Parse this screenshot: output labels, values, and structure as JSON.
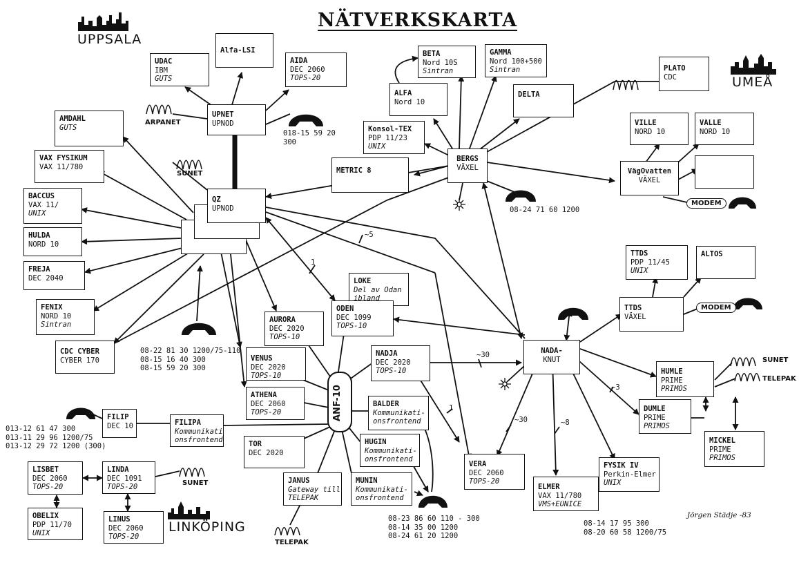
{
  "title": "NÄTVERKSKARTA",
  "cities": {
    "uppsala": "UPPSALA",
    "umea": "UMEÅ",
    "linkoping": "LINKÖPING"
  },
  "nodes": {
    "udac": [
      "UDAC",
      "IBM",
      "GUTS"
    ],
    "alfalsi": [
      "Alfa-LSI"
    ],
    "aida": [
      "AIDA",
      "DEC 2060",
      "TOPS-20"
    ],
    "upnet": [
      "UPNET",
      "UPNOD"
    ],
    "amdahl": [
      "AMDAHL",
      "GUTS"
    ],
    "vaxfysikum": [
      "VAX FYSIKUM",
      "VAX 11/780"
    ],
    "baccus": [
      "BACCUS",
      "VAX 11/",
      "UNIX"
    ],
    "hulda": [
      "HULDA",
      "NORD 10"
    ],
    "freja": [
      "FREJA",
      "DEC 2040"
    ],
    "fenix": [
      "FENIX",
      "NORD 10",
      "Sintran"
    ],
    "cdccyber": [
      "CDC CYBER",
      "CYBER 170"
    ],
    "qz": [
      "QZ",
      "UPNOD"
    ],
    "beta": [
      "BETA",
      "Nord 10S",
      "Sintran"
    ],
    "gamma": [
      "GAMMA",
      "Nord 100+500",
      "Sintran"
    ],
    "alfa": [
      "ALFA",
      "Nord 10"
    ],
    "delta": [
      "DELTA"
    ],
    "konsol": [
      "Konsol-TEX",
      "PDP 11/23",
      "UNIX"
    ],
    "metric": [
      "METRIC 8"
    ],
    "bergs": [
      "BERGS",
      "VÄXEL"
    ],
    "plato": [
      "PLATO",
      "CDC"
    ],
    "ville": [
      "VILLE",
      "NORD 10"
    ],
    "valle": [
      "VALLE",
      "NORD 10"
    ],
    "vagovatten": [
      "VägOvatten",
      "VÄXEL"
    ],
    "empty": [
      ""
    ],
    "ttdspdp": [
      "TTDS",
      "PDP 11/45",
      "UNIX"
    ],
    "altos": [
      "ALTOS"
    ],
    "ttdsvaxel": [
      "TTDS",
      "VÄXEL"
    ],
    "loke": [
      "LOKE",
      "Del av Odan",
      "ibland"
    ],
    "oden": [
      "ODEN",
      "DEC 1099",
      "TOPS-10"
    ],
    "aurora": [
      "AURORA",
      "DEC 2020",
      "TOPS-10"
    ],
    "venus": [
      "VENUS",
      "DEC 2020",
      "TOPS-10"
    ],
    "athena": [
      "ATHENA",
      "DEC 2060",
      "TOPS-20"
    ],
    "nadja": [
      "NADJA",
      "DEC 2020",
      "TOPS-10"
    ],
    "nadaknut": [
      "NADA-",
      "KNUT"
    ],
    "balder": [
      "BALDER",
      "Kommunikati-",
      "onsfrontend"
    ],
    "hugin": [
      "HUGIN",
      "Kommunikati-",
      "onsfrontend"
    ],
    "munin": [
      "MUNIN",
      "Kommunikati-",
      "onsfrontend"
    ],
    "tor": [
      "TOR",
      "DEC 2020"
    ],
    "janus": [
      "JANUS",
      "Gateway till",
      "TELEPAK"
    ],
    "vera": [
      "VERA",
      "DEC 2060",
      "TOPS-20"
    ],
    "elmer": [
      "ELMER",
      "VAX 11/780",
      "VMS+EUNICE"
    ],
    "fysik": [
      "FYSIK IV",
      "Perkin-Elmer",
      "UNIX"
    ],
    "humle": [
      "HUMLE",
      "PRIME",
      "PRIMOS"
    ],
    "dumle": [
      "DUMLE",
      "PRIME",
      "PRIMOS"
    ],
    "mickel": [
      "MICKEL",
      "PRIME",
      "PRIMOS"
    ],
    "filip": [
      "FILIP",
      "DEC 10"
    ],
    "filipa": [
      "FILIPA",
      "Kommunikati-",
      "onsfrontend"
    ],
    "lisbet": [
      "LISBET",
      "DEC 2060",
      "TOPS-20"
    ],
    "linda": [
      "LINDA",
      "DEC 1091",
      "TOPS-20"
    ],
    "obelix": [
      "OBELIX",
      "PDP 11/70",
      "UNIX"
    ],
    "linus": [
      "LINUS",
      "DEC 2060",
      "TOPS-20"
    ]
  },
  "anf": "ANF-10",
  "labels": {
    "arpanet": "ARPANET",
    "sunet1": "SUNET",
    "sunet2": "SUNET",
    "sunet3": "SUNET",
    "telepak1": "TELEPAK",
    "telepak2": "TELEPAK",
    "modem1": "MODEM",
    "modem2": "MODEM",
    "ph_upnet": [
      "018-15 59 20",
      "300"
    ],
    "ph_bergs": "08-24 71 60  1200",
    "ph_qz": [
      "08-22 81 30  1200/75-110",
      "08-15 16 40  300",
      "08-15 59 20  300"
    ],
    "ph_filip": [
      "013-12 61 47 300",
      "013-11 29 96 1200/75",
      "013-12 29 72 1200  (300)"
    ],
    "ph_munin": [
      "08-23 86 60   110 - 300",
      "08-14 35 00   1200",
      "08-24 61 20   1200"
    ],
    "ph_elmer": [
      "08-14 17 95   300",
      "08-20 60 58  1200/75"
    ],
    "sp1": "1",
    "sp5": "~5",
    "sp30a": "~30",
    "sp30b": "~30",
    "sp8": "~8",
    "sp3": "~3",
    "sp1b": "1",
    "signature": "Jörgen Städje -83"
  }
}
